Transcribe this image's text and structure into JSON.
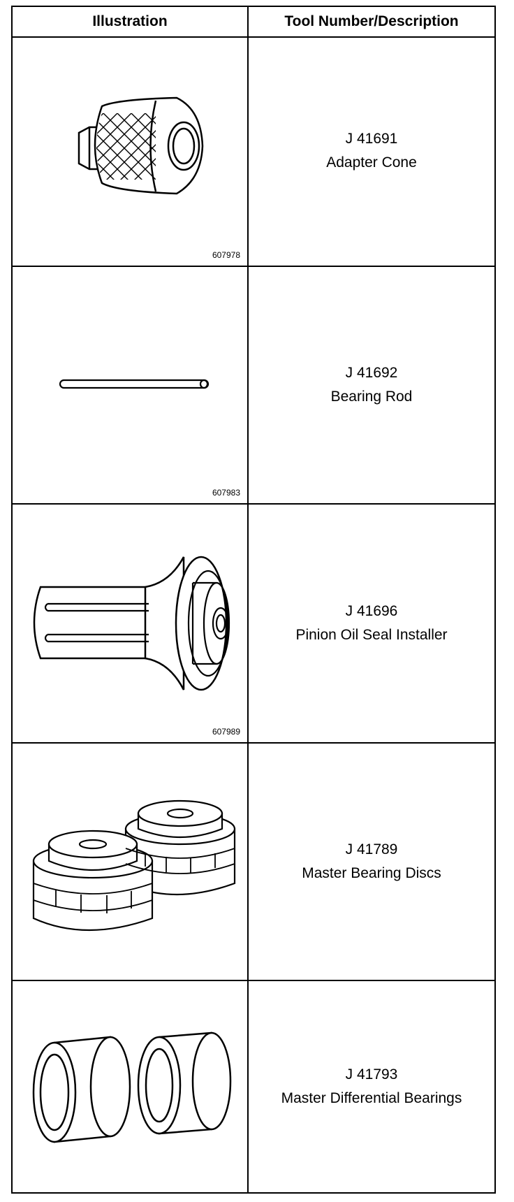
{
  "table": {
    "headers": {
      "illustration": "Illustration",
      "tool": "Tool Number/Description"
    },
    "rows": [
      {
        "code": "607978",
        "number": "J 41691",
        "description": "Adapter Cone",
        "icon": "adapter-cone-icon"
      },
      {
        "code": "607983",
        "number": "J 41692",
        "description": "Bearing Rod",
        "icon": "bearing-rod-icon"
      },
      {
        "code": "607989",
        "number": "J 41696",
        "description": "Pinion Oil Seal Installer",
        "icon": "pinion-seal-installer-icon"
      },
      {
        "code": "",
        "number": "J 41789",
        "description": "Master Bearing Discs",
        "icon": "master-bearing-discs-icon"
      },
      {
        "code": "",
        "number": "J 41793",
        "description": "Master Differential Bearings",
        "icon": "master-differential-bearings-icon"
      }
    ]
  }
}
